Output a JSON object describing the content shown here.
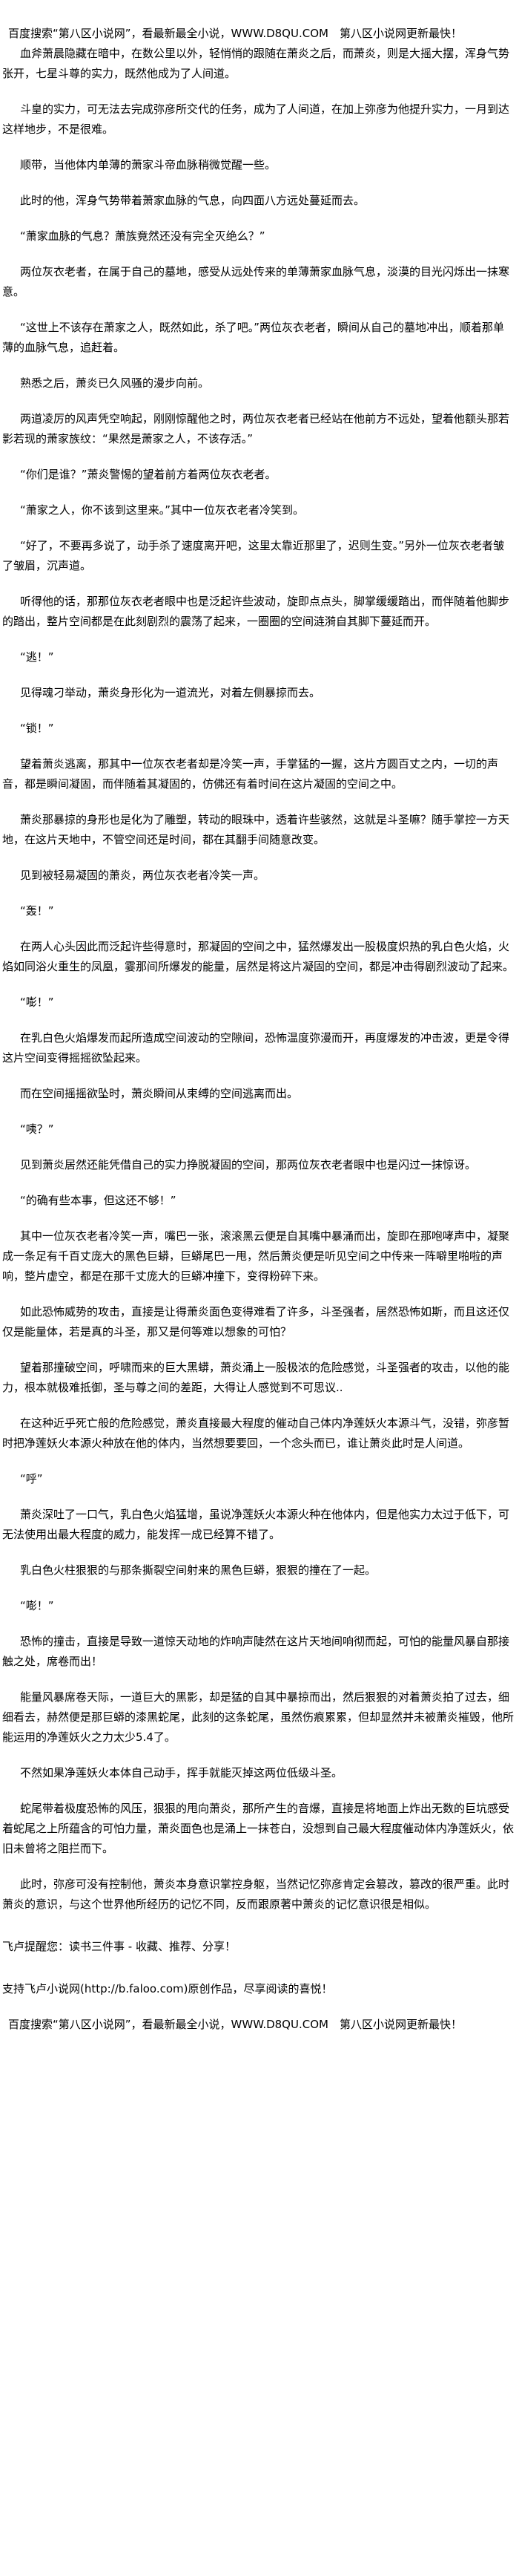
{
  "banner": "百度搜索“第八区小说网”，看最新最全小说，WWW.D8QU.COM　第八区小说网更新最快！",
  "paragraphs": [
    "血斧萧晨隐藏在暗中，在数公里以外，轻悄悄的跟随在萧炎之后，而萧炎，则是大摇大摆，浑身气势张开，七星斗尊的实力，既然他成为了人间道。",
    "斗皇的实力，可无法去完成弥彦所交代的任务，成为了人间道，在加上弥彦为他提升实力，一月到达这样地步，不是很难。",
    "顺带，当他体内单薄的萧家斗帝血脉稍微觉醒一些。",
    "此时的他，浑身气势带着萧家血脉的气息，向四面八方远处蔓延而去。",
    "“萧家血脉的气息？萧族竟然还没有完全灭绝么？”",
    "两位灰衣老者，在属于自己的墓地，感受从远处传来的单薄萧家血脉气息，淡漠的目光闪烁出一抹寒意。",
    "“这世上不该存在萧家之人，既然如此，杀了吧。”两位灰衣老者，瞬间从自己的墓地冲出，顺着那单薄的血脉气息，追赶着。",
    "熟悉之后，萧炎已久风骚的漫步向前。",
    "两道凌厉的风声凭空响起，刚刚惊醒他之时，两位灰衣老者已经站在他前方不远处，望着他额头那若影若现的萧家族纹：“果然是萧家之人，不该存活。”",
    "“你们是谁？”萧炎警惕的望着前方着两位灰衣老者。",
    "“萧家之人，你不该到这里来。”其中一位灰衣老者冷笑到。",
    "“好了，不要再多说了，动手杀了速度离开吧，这里太靠近那里了，迟则生变。”另外一位灰衣老者皱了皱眉，沉声道。",
    "听得他的话，那那位灰衣老者眼中也是泛起许些波动，旋即点点头，脚掌缓缓踏出，而伴随着他脚步的踏出，整片空间都是在此刻剧烈的震荡了起来，一圈圈的空间涟漪自其脚下蔓延而开。",
    "“逃！”",
    "见得魂刁举动，萧炎身形化为一道流光，对着左侧暴掠而去。",
    "“锁！”",
    "望着萧炎逃离，那其中一位灰衣老者却是冷笑一声，手掌猛的一握，这片方圆百丈之内，一切的声音，都是瞬间凝固，而伴随着其凝固的，仿佛还有着时间在这片凝固的空间之中。",
    "萧炎那暴掠的身形也是化为了雕塑，转动的眼珠中，透着许些骇然，这就是斗圣嘛？随手掌控一方天地，在这片天地中，不管空间还是时间，都在其翻手间随意改变。",
    "见到被轻易凝固的萧炎，两位灰衣老者冷笑一声。",
    "“轰！”",
    "在两人心头因此而泛起许些得意时，那凝固的空间之中，猛然爆发出一股极度炽热的乳白色火焰，火焰如同浴火重生的凤凰，霎那间所爆发的能量，居然是将这片凝固的空间，都是冲击得剧烈波动了起来。",
    "“嘭！”",
    "在乳白色火焰爆发而起所造成空间波动的空隙间，恐怖温度弥漫而开，再度爆发的冲击波，更是令得这片空间变得摇摇欲坠起来。",
    "而在空间摇摇欲坠时，萧炎瞬间从束缚的空间逃离而出。",
    "“咦？”",
    "见到萧炎居然还能凭借自己的实力挣脱凝固的空间，那两位灰衣老者眼中也是闪过一抹惊讶。",
    "“的确有些本事，但这还不够！”",
    "其中一位灰衣老者冷笑一声，嘴巴一张，滚滚黑云便是自其嘴中暴涌而出，旋即在那咆哮声中，凝聚成一条足有千百丈庞大的黑色巨蟒，巨蟒尾巴一甩，然后萧炎便是听见空间之中传来一阵噼里啪啦的声响，整片虚空，都是在那千丈庞大的巨蟒冲撞下，变得粉碎下来。",
    "如此恐怖威势的攻击，直接是让得萧炎面色变得难看了许多，斗圣强者，居然恐怖如斯，而且这还仅仅是能量体，若是真的斗圣，那又是何等难以想象的可怕？",
    "望着那撞破空间，呼啸而来的巨大黑蟒，萧炎涌上一股极浓的危险感觉，斗圣强者的攻击，以他的能力，根本就极难抵御，圣与尊之间的差距，大得让人感觉到不可思议..",
    "在这种近乎死亡般的危险感觉，萧炎直接最大程度的催动自己体内净莲妖火本源斗气，没错，弥彦暂时把净莲妖火本源火种放在他的体内，当然想要要回，一个念头而已，谁让萧炎此时是人间道。",
    "“呼”",
    "萧炎深吐了一口气，乳白色火焰猛增，虽说净莲妖火本源火种在他体内，但是他实力太过于低下，可无法使用出最大程度的威力，能发挥一成已经算不错了。",
    "乳白色火柱狠狠的与那条撕裂空间射来的黑色巨蟒，狠狠的撞在了一起。",
    "“嘭！”",
    "恐怖的撞击，直接是导致一道惊天动地的炸响声陡然在这片天地间响彻而起，可怕的能量风暴自那接触之处，席卷而出！",
    "能量风暴席卷天际，一道巨大的黑影，却是猛的自其中暴掠而出，然后狠狠的对着萧炎拍了过去，细细看去，赫然便是那巨蟒的漆黑蛇尾，此刻的这条蛇尾，虽然伤痕累累，但却显然并未被萧炎摧毁，他所能运用的净莲妖火之力太少5.4了。",
    "不然如果净莲妖火本体自己动手，挥手就能灭掉这两位低级斗圣。",
    "蛇尾带着极度恐怖的风压，狠狠的甩向萧炎，那所产生的音爆，直接是将地面上炸出无数的巨坑感受着蛇尾之上所蕴含的可怕力量，萧炎面色也是涌上一抹苍白，没想到自己最大程度催动体内净莲妖火，依旧未曾将之阻拦而下。",
    "此时，弥彦可没有控制他，萧炎本身意识掌控身躯，当然记忆弥彦肯定会篡改，篡改的很严重。此时萧炎的意识，与这个世界他所经历的记忆不同，反而跟原著中萧炎的记忆意识很是相似。"
  ],
  "footer": {
    "reminder": "飞卢提醒您：读书三件事 - 收藏、推荐、分享！",
    "support": "支持飞卢小说网(http://b.faloo.com)原创作品，尽享阅读的喜悦！"
  }
}
